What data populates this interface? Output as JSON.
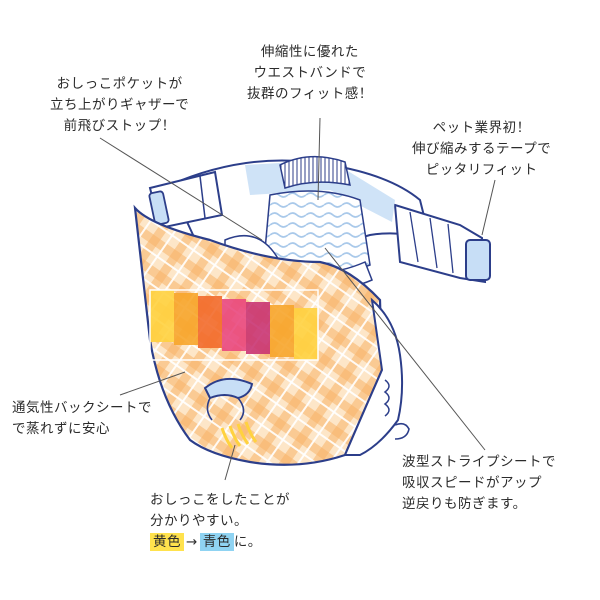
{
  "callouts": {
    "waistband": [
      "伸縮性に優れた",
      "ウエストバンドで",
      "抜群のフィット感！"
    ],
    "pocket": [
      "おしっこポケットが",
      "立ち上がりギャザーで",
      "前飛びストップ！"
    ],
    "tape": [
      "ペット業界初！",
      "伸び縮みするテープで",
      "ピッタリフィット"
    ],
    "backsheet": [
      "通気性バックシートで",
      "で蒸れずに安心"
    ],
    "stripe_sheet": [
      "波型ストライプシートで",
      "吸収スピードがアップ",
      "逆戻りも防ぎます。"
    ],
    "indicator": {
      "lines": [
        "おしっこをしたことが",
        "分かりやすい。"
      ],
      "from_label": "黄色",
      "arrow": "→",
      "to_label": "青色",
      "suffix": "に。"
    }
  },
  "colors": {
    "outline": "#2c3e8a",
    "plaid_orange": "#f7b267",
    "plaid_light": "#fde6c8",
    "wave_blue": "#a9c9ea",
    "tape_blue": "#c7def6",
    "yellow_highlight": "#ffe24d",
    "blue_highlight": "#8fd3f2",
    "leader_line": "#555555"
  },
  "indicator_stripes": [
    "#ffd23f",
    "#f7a52b",
    "#f26a2b",
    "#e9477e",
    "#c93473",
    "#f7a52b",
    "#ffd23f"
  ]
}
